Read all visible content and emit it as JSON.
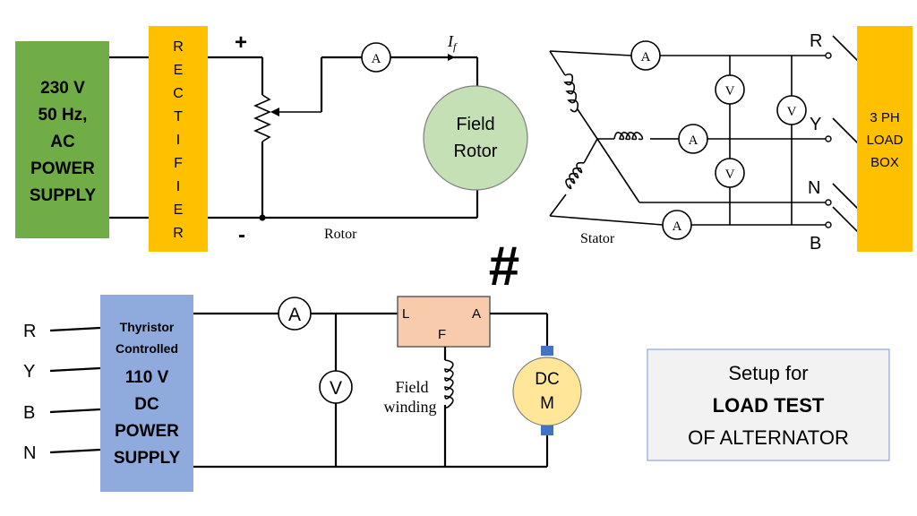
{
  "colors": {
    "power_supply_fill": "#70ad47",
    "rectifier_fill": "#ffc000",
    "field_rotor_fill": "#c5e0b4",
    "load_box_fill": "#ffc000",
    "dc_supply_fill": "#8faadc",
    "armature_block_fill": "#f8cbad",
    "dc_motor_fill": "#ffe699",
    "dc_motor_terminal": "#4472c4",
    "title_box_fill": "#f2f2f2"
  },
  "ac_supply": {
    "lines": [
      "230 V",
      "50 Hz,",
      "AC",
      "POWER",
      "SUPPLY"
    ]
  },
  "rectifier": {
    "letters": [
      "R",
      "E",
      "C",
      "T",
      "I",
      "F",
      "I",
      "E",
      "R"
    ]
  },
  "rotor_circuit": {
    "plus_label": "+",
    "minus_label": "-",
    "rotor_label": "Rotor",
    "field_current_label": "I",
    "field_current_sub": "f",
    "field_rotor_lines": [
      "Field",
      "Rotor"
    ],
    "ammeter_label": "A"
  },
  "stator_circuit": {
    "stator_label": "Stator",
    "ammeter_label": "A",
    "voltmeter_label": "V",
    "phases": [
      "R",
      "Y",
      "N",
      "B"
    ]
  },
  "load_box": {
    "lines": [
      "3 PH",
      "LOAD",
      "BOX"
    ]
  },
  "separator_symbol": "#",
  "dc_section": {
    "input_lines": [
      "R",
      "Y",
      "B",
      "N"
    ],
    "supply_lines": [
      "Thyristor",
      "Controlled",
      "110 V",
      "DC",
      "POWER",
      "SUPPLY"
    ],
    "ammeter_label": "A",
    "voltmeter_label": "V",
    "terminal_L": "L",
    "terminal_A": "A",
    "terminal_F": "F",
    "field_winding_lines": [
      "Field",
      "winding"
    ],
    "motor_lines": [
      "DC",
      "M"
    ]
  },
  "title_box": {
    "lines": [
      "Setup for",
      "LOAD TEST",
      "OF ALTERNATOR"
    ]
  }
}
